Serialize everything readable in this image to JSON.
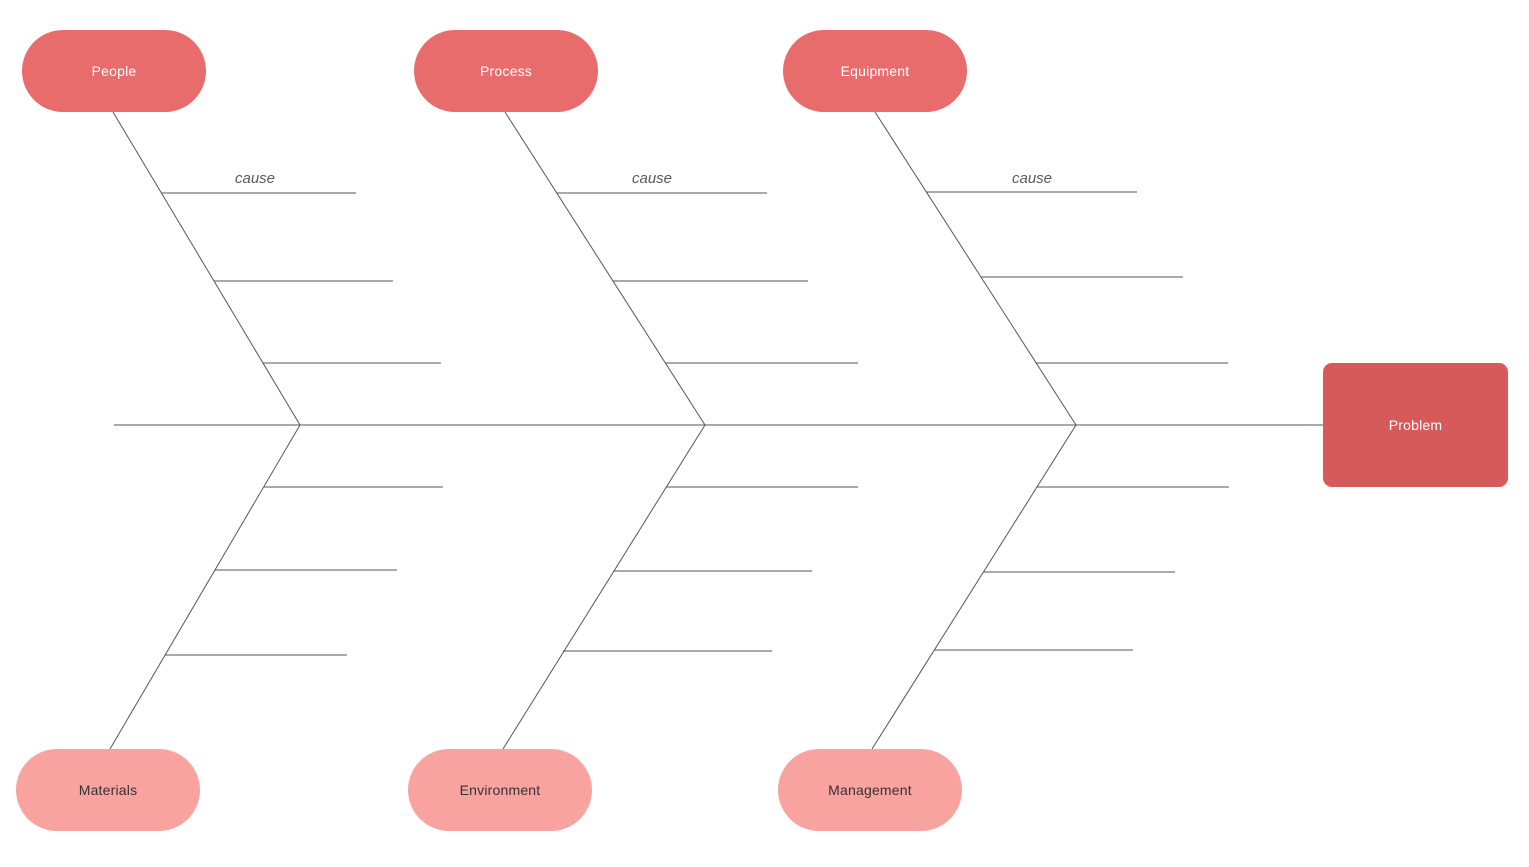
{
  "diagram": {
    "type": "fishbone-ishikawa-template",
    "problem": {
      "label": "Problem"
    },
    "branch_placeholder_label": "cause",
    "categories_top": [
      {
        "label": "People"
      },
      {
        "label": "Process"
      },
      {
        "label": "Equipment"
      }
    ],
    "categories_bottom": [
      {
        "label": "Materials"
      },
      {
        "label": "Environment"
      },
      {
        "label": "Management"
      }
    ],
    "branches_per_bone": 3,
    "colors": {
      "category_top_fill": "#e86c6c",
      "category_top_text": "#ffffff",
      "category_bottom_fill": "#f9a3a1",
      "category_bottom_text": "#333333",
      "problem_fill": "#d65a5a",
      "problem_text": "#ffffff",
      "bone_line": "#555555",
      "cause_label_text": "#595959",
      "background": "#ffffff"
    }
  }
}
